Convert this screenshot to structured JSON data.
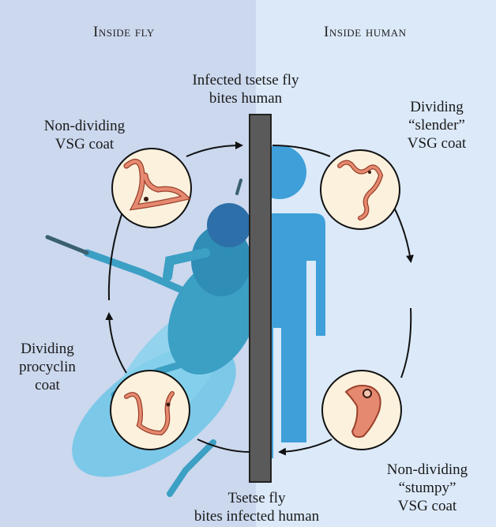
{
  "headings": {
    "left": "Inside fly",
    "right": "Inside human"
  },
  "labels": {
    "top_bite": [
      "Infected tsetse fly",
      "bites human"
    ],
    "bottom_bite": [
      "Tsetse fly",
      "bites infected human"
    ],
    "stage_top_left": [
      "Non-dividing",
      "VSG coat"
    ],
    "stage_top_right": [
      "Dividing",
      "“slender”",
      "VSG coat"
    ],
    "stage_bottom_left": [
      "Dividing",
      "procyclin",
      "coat"
    ],
    "stage_bottom_right": [
      "Non-dividing",
      "“stumpy”",
      "VSG coat"
    ]
  },
  "colors": {
    "left_panel": "#cbd8ee",
    "right_panel": "#dbe9f9",
    "fly_body": "#3c9fc4",
    "human_figure": "#3f9fd8",
    "barrier": "#5a5a5a",
    "parasite": "#e58a70",
    "circle_fill": "#fbf1dc"
  },
  "icons": [
    "tsetse-fly-illustration",
    "human-silhouette",
    "trypanosome-parasite"
  ]
}
